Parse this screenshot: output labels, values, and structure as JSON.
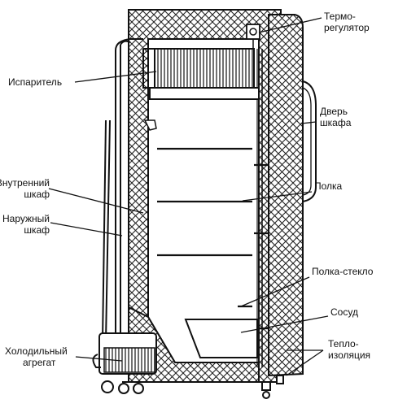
{
  "labels": {
    "termoregulyator": [
      "Термо-",
      "регулятор"
    ],
    "isparitel": "Испаритель",
    "dver": [
      "Дверь",
      "шкафа"
    ],
    "vnutrenniy": [
      "Внутренний",
      "шкаф"
    ],
    "polka": "Полка",
    "naruzhniy": [
      "Наружный",
      "шкаф"
    ],
    "polka_steklo": "Полка-стекло",
    "sosud": "Сосуд",
    "teploizolyaciya": [
      "Тепло-",
      "изоляция"
    ],
    "kholodilnyi": [
      "Холодильный",
      "агрегат"
    ]
  },
  "colors": {
    "ink": "#111111",
    "insulation_fill": "#ffffff",
    "background": "#ffffff"
  }
}
